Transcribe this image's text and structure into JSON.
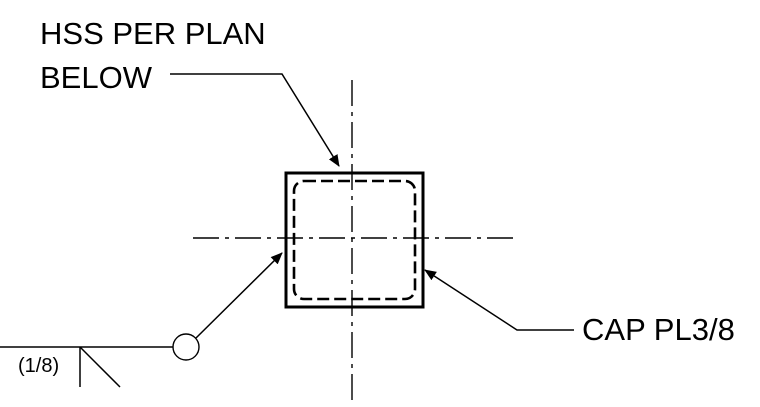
{
  "labels": {
    "hss_line1": "HSS PER PLAN",
    "hss_line2": "BELOW",
    "cap": "CAP PL3/8",
    "weld_size": "(1/8)"
  },
  "colors": {
    "line": "#000000",
    "background": "#ffffff"
  }
}
